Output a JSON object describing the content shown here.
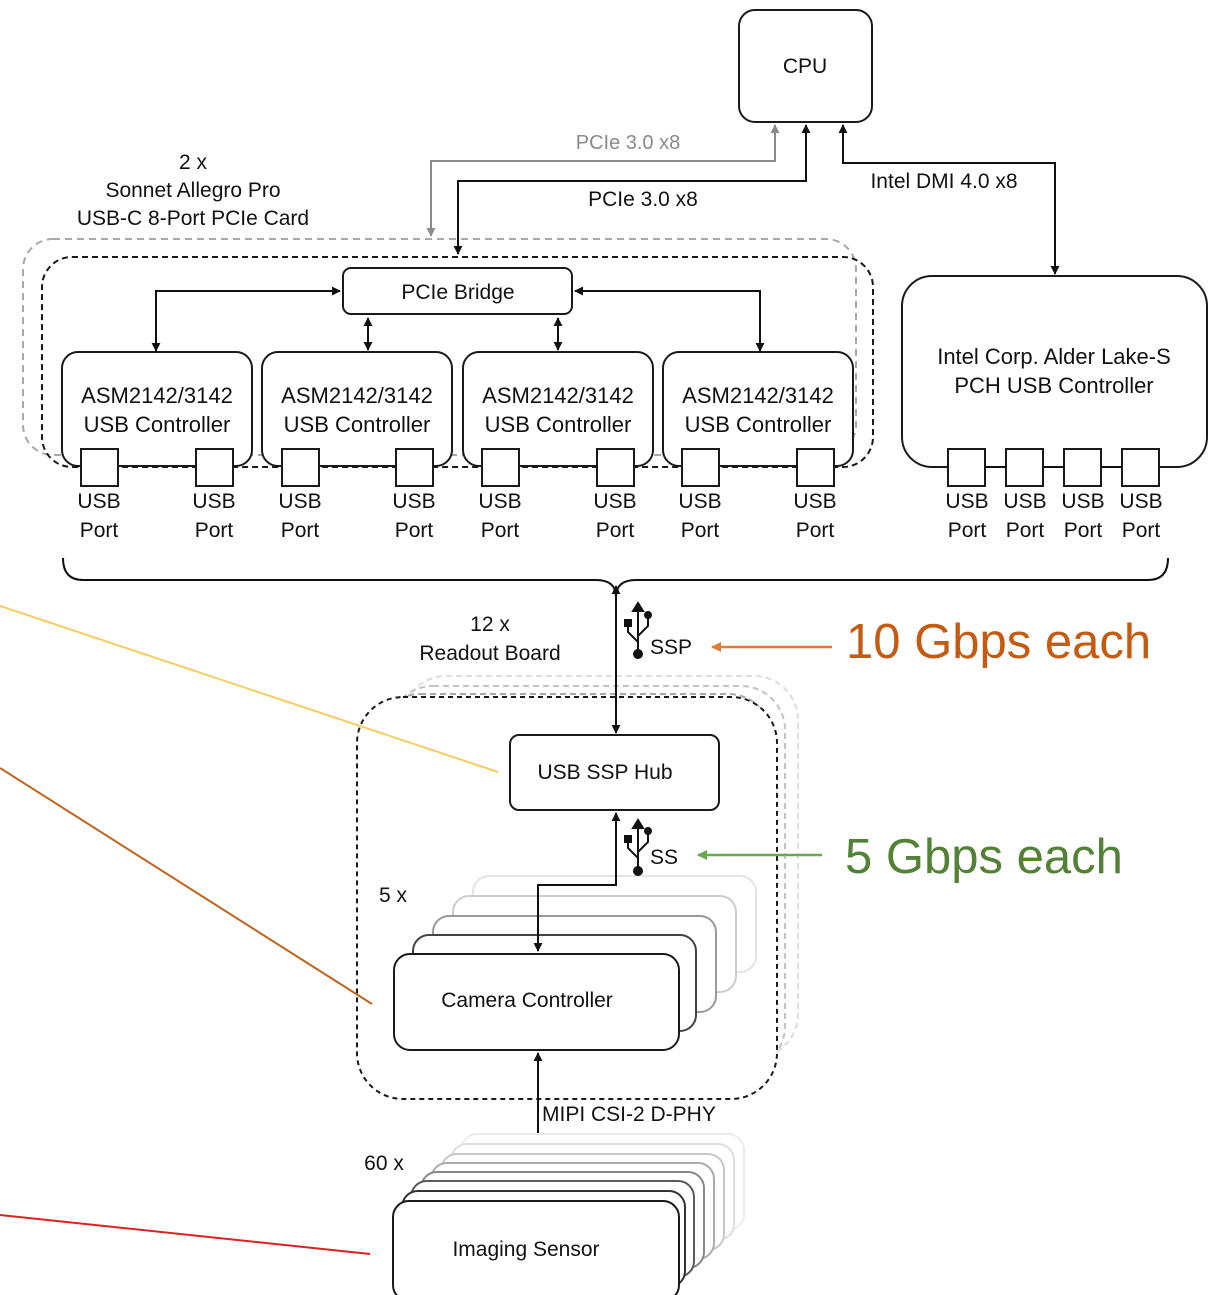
{
  "cpu": {
    "label": "CPU"
  },
  "links": {
    "pcie_grey": "PCIe 3.0 x8",
    "pcie": "PCIe 3.0 x8",
    "dmi": "Intel DMI 4.0 x8",
    "mipi": "MIPI CSI-2 D-PHY",
    "ssp": "SSP",
    "ss": "SS"
  },
  "sonnet_card": {
    "count": "2 x",
    "name_line1": "Sonnet Allegro Pro",
    "name_line2": "USB-C 8-Port PCIe Card",
    "bridge": "PCIe Bridge",
    "controllers": [
      {
        "line1": "ASM2142/3142",
        "line2": "USB Controller"
      },
      {
        "line1": "ASM2142/3142",
        "line2": "USB Controller"
      },
      {
        "line1": "ASM2142/3142",
        "line2": "USB Controller"
      },
      {
        "line1": "ASM2142/3142",
        "line2": "USB Controller"
      }
    ],
    "port_line1": "USB",
    "port_line2": "Port"
  },
  "pch": {
    "line1": "Intel Corp. Alder Lake-S",
    "line2": "PCH USB Controller",
    "port_line1": "USB",
    "port_line2": "Port"
  },
  "readout": {
    "count": "12 x",
    "name": "Readout Board",
    "hub": "USB SSP Hub",
    "camera_count": "5 x",
    "camera": "Camera Controller"
  },
  "sensor": {
    "count": "60 x",
    "name": "Imaging Sensor"
  },
  "annotations": {
    "ssp_rate": "10 Gbps each",
    "ss_rate": "5 Gbps each"
  },
  "colors": {
    "ssp_arrow": "#e07a35",
    "ss_arrow": "#6aa84f",
    "ssp_text": "#c55a11",
    "ss_text": "#538135",
    "line_yellow": "#f5cd60",
    "line_brown": "#c0641c",
    "line_red": "#e02020"
  }
}
